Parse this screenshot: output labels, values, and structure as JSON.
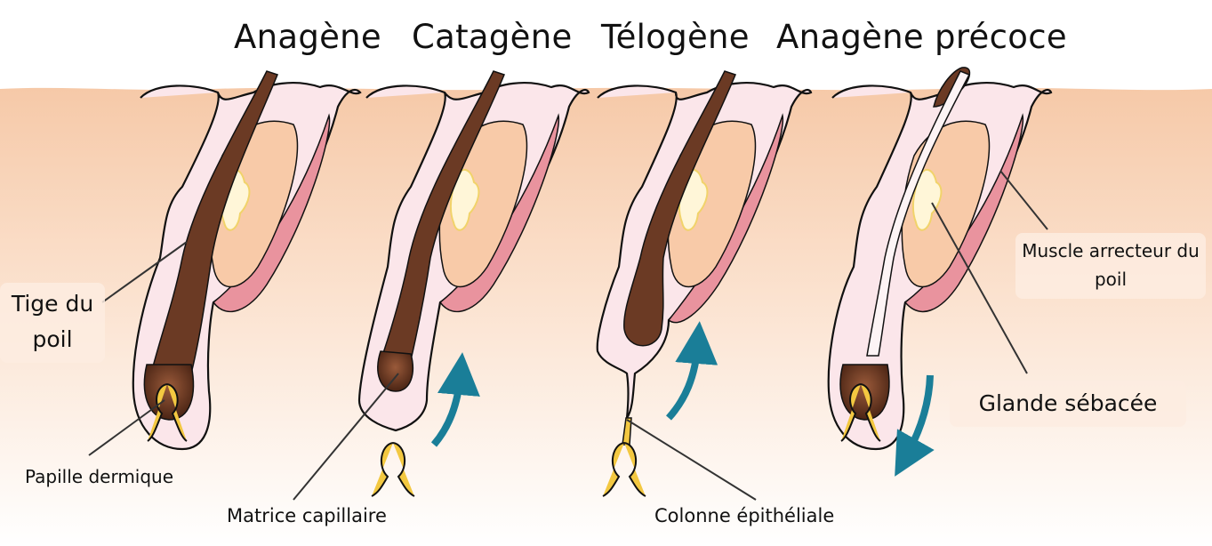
{
  "stages": [
    {
      "label": "Anagène"
    },
    {
      "label": "Catagène"
    },
    {
      "label": "Télogène"
    },
    {
      "label": "Anagène précoce"
    }
  ],
  "labels": {
    "hair_shaft": "Tige du poil",
    "dermal_papilla": "Papille dermique",
    "hair_matrix": "Matrice capillaire",
    "epithelial_column": "Colonne épithéliale",
    "arrector_muscle": "Muscle arrecteur du poil",
    "sebaceous_gland": "Glande sébacée"
  },
  "colors": {
    "skin_top": "#f6c9a8",
    "skin_bottom": "#ffffff",
    "sheath": "#fbe6ea",
    "hair": "#6b3a24",
    "papilla": "#f3c841",
    "muscle": "#e9939e",
    "gland": "#f8caa8",
    "arrow": "#1a7e98"
  }
}
